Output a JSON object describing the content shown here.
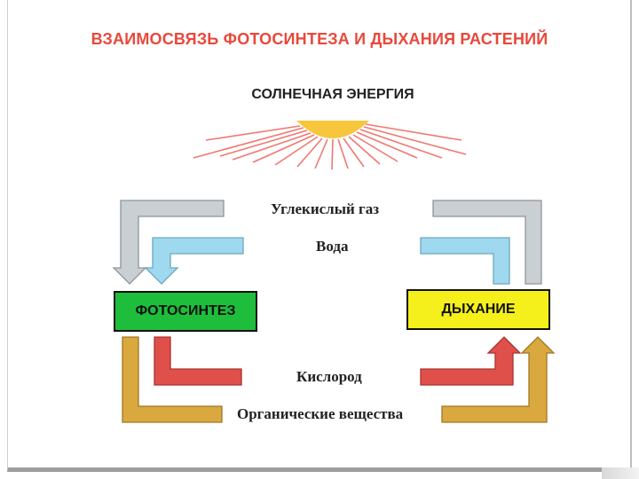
{
  "title": "ВЗАИМОСВЯЗЬ ФОТОСИНТЕЗА И ДЫХАНИЯ РАСТЕНИЙ",
  "sun": {
    "label": "СОЛНЕЧНАЯ ЭНЕРГИЯ",
    "color": "#f7c63d",
    "ray_color": "#f07870"
  },
  "processes": {
    "photosynthesis": {
      "label": "ФОТОСИНТЕЗ",
      "color": "#1ebe3c"
    },
    "respiration": {
      "label": "ДЫХАНИЕ",
      "color": "#f5f01c"
    }
  },
  "flows": {
    "co2": {
      "label": "Углекислый газ",
      "color": "#c9cfd2"
    },
    "water": {
      "label": "Вода",
      "color": "#9fd9ef"
    },
    "oxygen": {
      "label": "Кислород",
      "color": "#e0504b"
    },
    "organic": {
      "label": "Органические вещества",
      "color": "#d9a93f"
    }
  }
}
